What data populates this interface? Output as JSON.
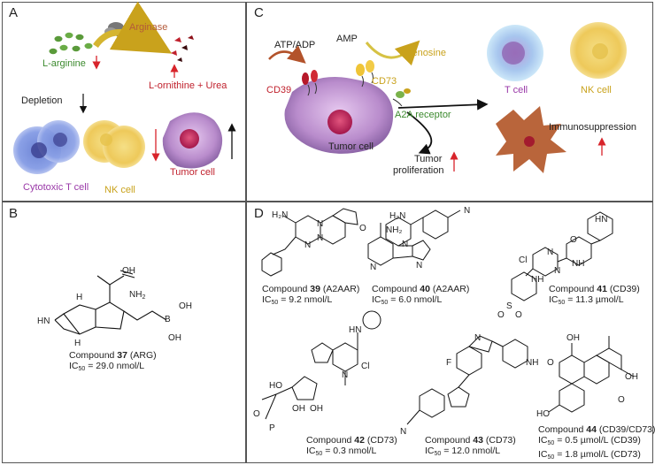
{
  "colors": {
    "arrow_red": "#d8242b",
    "green_text": "#3c8a2e",
    "purple_text": "#9a39a8",
    "gold_text": "#c9a21c",
    "arginase_text": "#b35a3a"
  },
  "panelA": {
    "label": "A",
    "arginase": "Arginase",
    "l_arginine": "L-arginine",
    "products": "L-ornithine + Urea",
    "depletion": "Depletion",
    "cytotoxic_t": "Cytotoxic T cell",
    "nk_cell": "NK cell",
    "tumor_cell": "Tumor cell"
  },
  "panelB": {
    "label": "B",
    "compound_prefix": "Compound ",
    "compound_num": "37",
    "compound_target": " (ARG)",
    "ic_label": "IC",
    "ic_sub": "50",
    "ic_value": " = 29.0 nmol/L",
    "atoms": {
      "oh": "OH",
      "nh2": "NH",
      "nh2_sub": "2",
      "hn": "HN",
      "h1": "H",
      "h2": "H",
      "b": "B",
      "oh_b1": "OH",
      "oh_b2": "OH"
    }
  },
  "panelC": {
    "label": "C",
    "atp_adp": "ATP/ADP",
    "amp": "AMP",
    "adenosine": "Adenosine",
    "cd39": "CD39",
    "cd73": "CD73",
    "a2a": "A2A receptor",
    "tumor_cell": "Tumor cell",
    "t_cell": "T cell",
    "nk_cell": "NK cell",
    "immunosuppression": "Immunosuppression",
    "tumor_prolif_1": "Tumor",
    "tumor_prolif_2": "proliferation"
  },
  "panelD": {
    "label": "D",
    "compounds": [
      {
        "num": "39",
        "target": " (A2AAR)",
        "ic_value": " = 9.2 nmol/L"
      },
      {
        "num": "40",
        "target": " (A2AAR)",
        "ic_value": " = 6.0 nmol/L"
      },
      {
        "num": "41",
        "target": " (CD39)",
        "ic_value": " = 11.3 µmol/L"
      },
      {
        "num": "42",
        "target": " (CD73)",
        "ic_value": " = 0.3 nmol/L"
      },
      {
        "num": "43",
        "target": " (CD73)",
        "ic_value": " = 12.0 nmol/L"
      },
      {
        "num": "44",
        "target": " (CD39/CD73)",
        "ic_value": " = 0.5 µmol/L (CD39)",
        "ic_value2": " = 1.8 µmol/L (CD73)"
      }
    ],
    "compound_prefix": "Compound ",
    "ic_label": "IC",
    "ic_sub": "50",
    "atoms": {
      "c39_nh2": "H₂N",
      "c39_n1": "N",
      "c39_n2": "N",
      "c39_n3": "N",
      "c40_nh2": "H₂N",
      "c40_conh2": "NH₂",
      "c40_o": "O",
      "c40_n_cn": "N",
      "c40_n1": "N",
      "c40_n2": "N",
      "c40_n3": "N",
      "c41_hn": "HN",
      "c41_o": "O",
      "c41_cl": "Cl",
      "c41_n1": "N",
      "c41_n2": "N",
      "c41_nh1": "NH",
      "c41_nh2": "NH",
      "c41_s": "S",
      "c41_so": "O",
      "c41_so2": "O",
      "c42_hn": "HN",
      "c42_n1": "N",
      "c42_cl": "Cl",
      "c42_ho": "HO",
      "c42_oh1": "OH",
      "c42_oh2": "OH",
      "c42_o": "O",
      "c42_p": "P",
      "c43_f": "F",
      "c43_n": "N",
      "c43_nh": "NH",
      "c43_cn": "N",
      "c44_oh1": "OH",
      "c44_oh2": "OH",
      "c44_o1": "O",
      "c44_o2": "O",
      "c44_ho": "HO"
    }
  }
}
